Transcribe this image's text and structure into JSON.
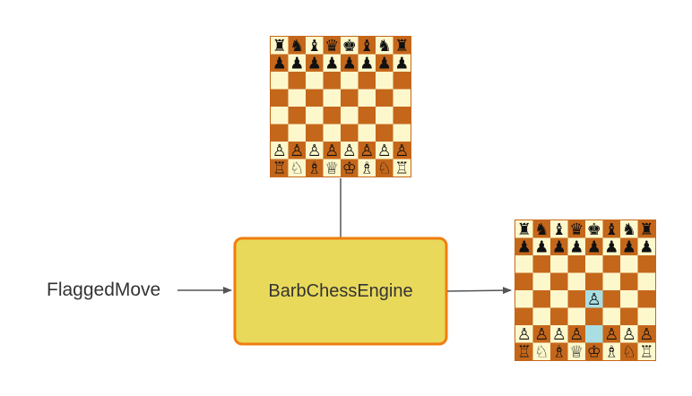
{
  "input_label": "FlaggedMove",
  "engine_label": "BarbChessEngine",
  "colors": {
    "light_square": "#fdf8cc",
    "dark_square": "#c5671b",
    "highlight_square": "#a9dfe3",
    "engine_fill": "#e8d95a",
    "engine_border": "#f07d10",
    "arrow": "#555555",
    "board_border": "#c5671b"
  },
  "input_board": {
    "rows": [
      [
        "r",
        "n",
        "b",
        "q",
        "k",
        "b",
        "n",
        "r"
      ],
      [
        "p",
        "p",
        "p",
        "p",
        "p",
        "p",
        "p",
        "p"
      ],
      [
        "",
        "",
        "",
        "",
        "",
        "",
        "",
        ""
      ],
      [
        "",
        "",
        "",
        "",
        "",
        "",
        "",
        ""
      ],
      [
        "",
        "",
        "",
        "",
        "",
        "",
        "",
        ""
      ],
      [
        "",
        "",
        "",
        "",
        "",
        "",
        "",
        ""
      ],
      [
        "P",
        "P",
        "P",
        "P",
        "P",
        "P",
        "P",
        "P"
      ],
      [
        "R",
        "N",
        "B",
        "Q",
        "K",
        "B",
        "N",
        "R"
      ]
    ],
    "highlights": []
  },
  "output_board": {
    "rows": [
      [
        "r",
        "n",
        "b",
        "q",
        "k",
        "b",
        "n",
        "r"
      ],
      [
        "p",
        "p",
        "p",
        "p",
        "p",
        "p",
        "p",
        "p"
      ],
      [
        "",
        "",
        "",
        "",
        "",
        "",
        "",
        ""
      ],
      [
        "",
        "",
        "",
        "",
        "",
        "",
        "",
        ""
      ],
      [
        "",
        "",
        "",
        "",
        "P",
        "",
        "",
        ""
      ],
      [
        "",
        "",
        "",
        "",
        "",
        "",
        "",
        ""
      ],
      [
        "P",
        "P",
        "P",
        "P",
        "",
        "P",
        "P",
        "P"
      ],
      [
        "R",
        "N",
        "B",
        "Q",
        "K",
        "B",
        "N",
        "R"
      ]
    ],
    "highlights": [
      [
        4,
        4
      ],
      [
        6,
        4
      ]
    ]
  }
}
